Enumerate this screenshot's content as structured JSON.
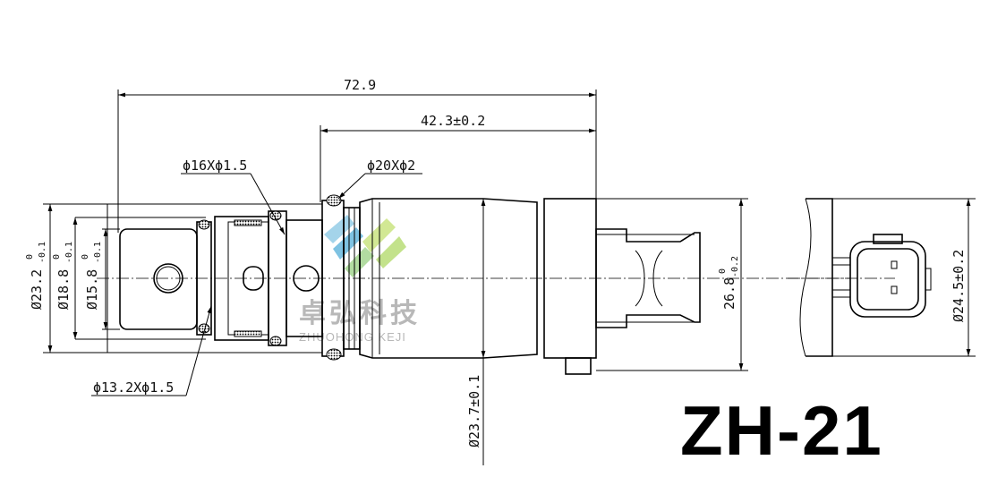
{
  "model_label": "ZH-21",
  "watermark": {
    "cn": "卓弘科技",
    "en": "ZHUOHONG KEJI"
  },
  "dimensions": {
    "overall_length": "72.9",
    "section_length": "42.3±0.2",
    "oring_16": "ϕ16Xϕ1.5",
    "oring_20": "ϕ20Xϕ2",
    "oring_13": "ϕ13.2Xϕ1.5",
    "d23_2": {
      "base": "Ø23.2",
      "sup": "0",
      "sub": "-0.1"
    },
    "d18_8": {
      "base": "Ø18.8",
      "sup": "0",
      "sub": "-0.1"
    },
    "d15_8": {
      "base": "Ø15.8",
      "sup": "0",
      "sub": "-0.1"
    },
    "d23_7": "Ø23.7±0.1",
    "d26_8": {
      "base": "26.8",
      "sup": "0",
      "sub": "-0.2"
    },
    "d24_5": "Ø24.5±0.2"
  }
}
